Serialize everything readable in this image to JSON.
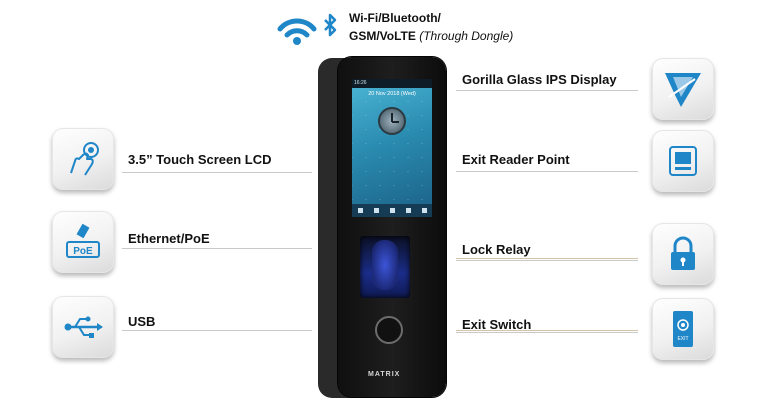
{
  "header": {
    "line1": "Wi-Fi/Bluetooth/",
    "line2": "GSM/VoLTE",
    "line2_note": "(Through Dongle)"
  },
  "left_features": [
    {
      "label": "3.5” Touch Screen LCD",
      "icon": "touch-icon"
    },
    {
      "label": "Ethernet/PoE",
      "icon": "poe-icon"
    },
    {
      "label": "USB",
      "icon": "usb-icon"
    }
  ],
  "right_features": [
    {
      "label": "Gorilla Glass IPS Display",
      "icon": "gorilla-glass-icon"
    },
    {
      "label": "Exit Reader Point",
      "icon": "exit-reader-icon"
    },
    {
      "label": "Lock Relay",
      "icon": "lock-icon"
    },
    {
      "label": "Exit Switch",
      "icon": "exit-switch-icon"
    }
  ],
  "device": {
    "screen_date": "20 Nov 2018 (Wed)",
    "screen_time": "16:26",
    "brand": "MATRIX"
  },
  "colors": {
    "icon_blue": "#1f86c8",
    "tile_bg": "#f1f1f1",
    "device_body": "#141414",
    "screen_accent": "#2a8cb0"
  }
}
